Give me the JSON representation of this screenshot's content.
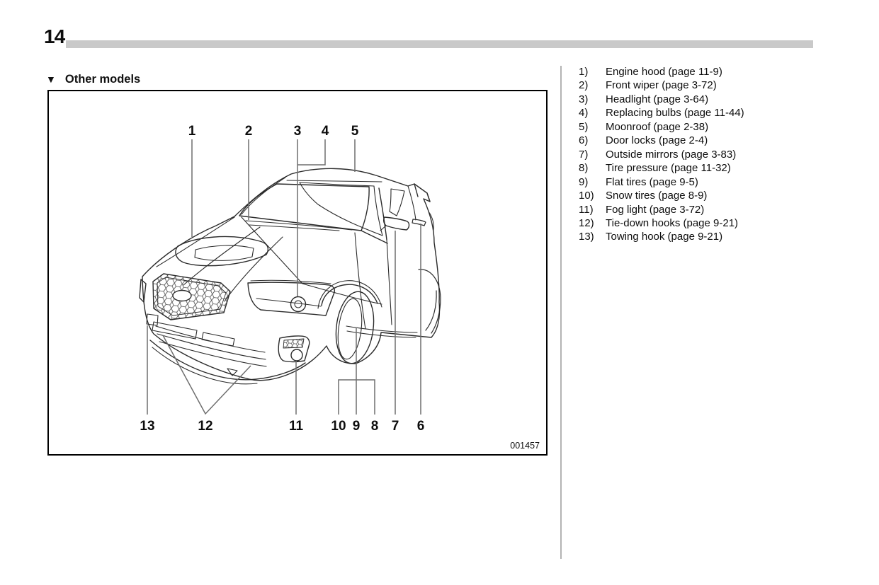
{
  "page": {
    "number": "14",
    "section_marker": "▼",
    "section_title": "Other models",
    "figure_id": "001457"
  },
  "diagram": {
    "description": "Line drawing of sedan, front three-quarter view, with numbered callouts",
    "callouts": [
      {
        "label": "1"
      },
      {
        "label": "2"
      },
      {
        "label": "3"
      },
      {
        "label": "4"
      },
      {
        "label": "5"
      },
      {
        "label": "13"
      },
      {
        "label": "12"
      },
      {
        "label": "11"
      },
      {
        "label": "10"
      },
      {
        "label": "9"
      },
      {
        "label": "8"
      },
      {
        "label": "7"
      },
      {
        "label": "6"
      }
    ]
  },
  "parts_list": [
    {
      "num": "1)",
      "label": "Engine hood (page 11-9)"
    },
    {
      "num": "2)",
      "label": "Front wiper (page 3-72)"
    },
    {
      "num": "3)",
      "label": "Headlight (page 3-64)"
    },
    {
      "num": "4)",
      "label": "Replacing bulbs (page 11-44)"
    },
    {
      "num": "5)",
      "label": "Moonroof (page 2-38)"
    },
    {
      "num": "6)",
      "label": "Door locks (page 2-4)"
    },
    {
      "num": "7)",
      "label": "Outside mirrors (page 3-83)"
    },
    {
      "num": "8)",
      "label": "Tire pressure (page 11-32)"
    },
    {
      "num": "9)",
      "label": "Flat tires (page 9-5)"
    },
    {
      "num": "10)",
      "label": "Snow tires (page 8-9)"
    },
    {
      "num": "11)",
      "label": "Fog light (page 3-72)"
    },
    {
      "num": "12)",
      "label": "Tie-down hooks (page 9-21)"
    },
    {
      "num": "13)",
      "label": "Towing hook (page 9-21)"
    }
  ]
}
